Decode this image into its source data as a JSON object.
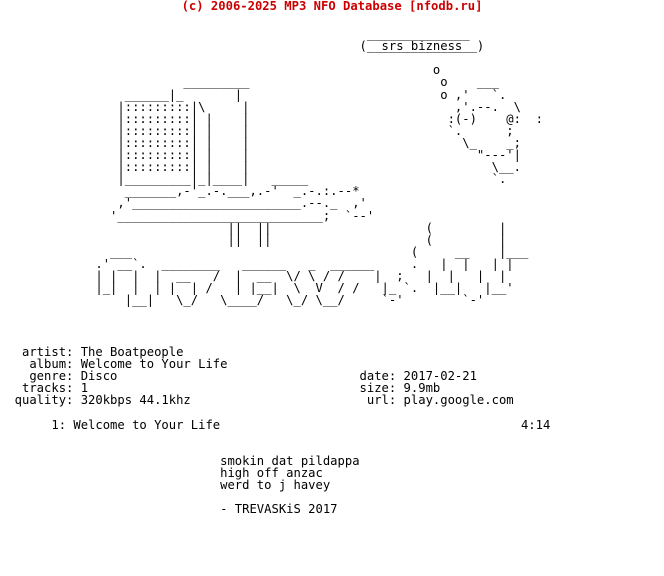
{
  "header": "(c) 2006-2025 MP3 NFO Database [nfodb.ru]",
  "art": [
    "",
    "                                                  ______________",
    "                                                 (  srs bizness  )",
    "                                                  ‾‾‾‾‾‾‾‾‾‾‾‾‾‾‾",
    "                                                           o",
    "                         _________                          o    ___",
    "                 ______|_       |                           o ,'   `.",
    "                |:::::::::|\\     |                            ,'.--.  \\",
    "                |:::::::::| |    |                           :(-)    @:  :",
    "                |:::::::::| |    |                           `.      ;",
    "                |:::::::::| |    |                             \\_    _;",
    "                |:::::::::| |    |                               \"---'|",
    "                |:::::::::| |    |                                 \\__.",
    "                |_________|_|____|   _____                         `.",
    "                 _______,-'_.-.___,.-'  _.-.:.--*",
    "                ,'_______________________.--._  ,'",
    "               '____________________________;  `--'",
    "                               ||  ||                     (         |",
    "                               ||  ||                     (         |",
    "               ___                                      (     __    |___",
    "             .'   `.  ________   ______   _  ______     .   |  |   | |",
    "             | |‾‾|  |  __   /  |  __  \\/ \\ / / ‾‾ |  ;   |  |   |  |  ",
    "             |_|  |  | |  | /   | |__|  \\  V  / /   |_ `.  |__|   |__'",
    "                 |__|   \\_/   \\____/   \\_/ \\__/     `-'        `-'"
  ],
  "info": [
    "   artist: The Boatpeople",
    "    album: Welcome to Your Life",
    "    genre: Disco                                 date: 2017-02-21",
    "   tracks: 1                                     size: 9.9mb",
    "  quality: 320kbps 44.1khz                        url: play.google.com",
    "",
    "       1: Welcome to Your Life                                         4:14",
    "",
    "",
    "                              smokin dat pildappa",
    "                              high off anzac",
    "                              werd to j havey",
    "",
    "                              - TREVASKiS 2017"
  ]
}
